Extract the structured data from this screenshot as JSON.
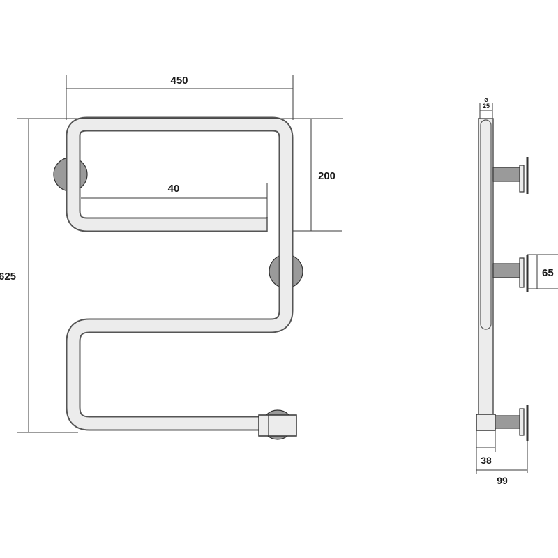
{
  "front_view": {
    "width_label": "450",
    "height_label": "625",
    "top_loop_height_label": "200",
    "inner_bar_label": "40"
  },
  "side_view": {
    "tube_diameter_label": "25",
    "diameter_symbol": "Ø",
    "bracket_height_label": "65",
    "connector_label": "38",
    "depth_label": "99"
  },
  "colors": {
    "tube_fill": "#ececec",
    "tube_stroke": "#555555",
    "mount_fill": "#9a9a9a",
    "line": "#3a3a3a"
  }
}
